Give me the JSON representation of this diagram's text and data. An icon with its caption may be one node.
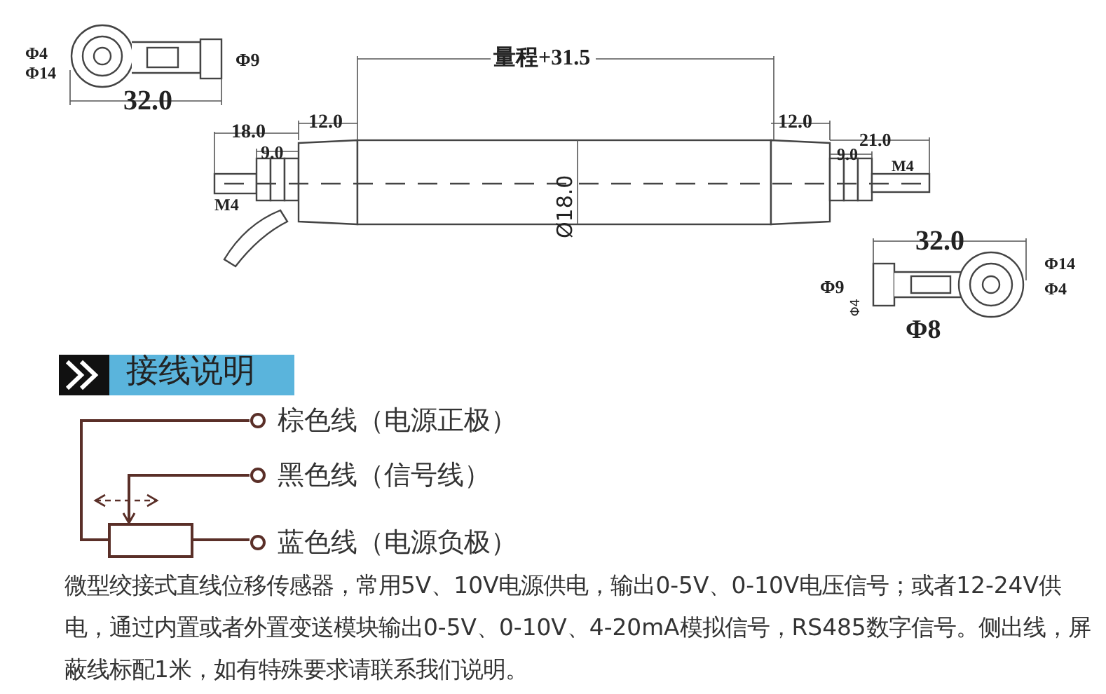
{
  "diagram": {
    "nodes": [
      {
        "text": [
          "棕色线（电源正极）"
        ]
      },
      {
        "text": [
          "黑色线（信号线）"
        ]
      },
      {
        "text": [
          "蓝色线（电源负极）"
        ]
      },
      {
        "text": [],
        "shape": "box"
      }
    ],
    "edges": [
      {
        "from": 3,
        "to": 0,
        "arrow": "none"
      },
      {
        "from": 1,
        "to": 3,
        "arrow": "to"
      },
      {
        "from": 3,
        "to": 2,
        "arrow": "none"
      }
    ],
    "labels": [
      "Φ4",
      "Φ14",
      "Φ9",
      "32.0",
      "量程+31.5",
      "12.0",
      "18.0",
      "9.0",
      "M4",
      "Ø18.0",
      "12.0",
      "21.0",
      "9.0",
      "M4",
      "32.0",
      "Φ14",
      "Φ4",
      "Φ9",
      "Φ4",
      "Φ8",
      "接线说明",
      "微型绞接式直线位移传感器，常用5V、10V电源供电，输出0-5V、0-10V电压信号；或者12-24V供电，通过内置或者外置变送模块输出0-5V、0-10V、4-20mA模拟信号，RS485数字信号。侧出线，屏蔽线标配1米，如有特殊要求请联系我们说明。"
    ]
  }
}
